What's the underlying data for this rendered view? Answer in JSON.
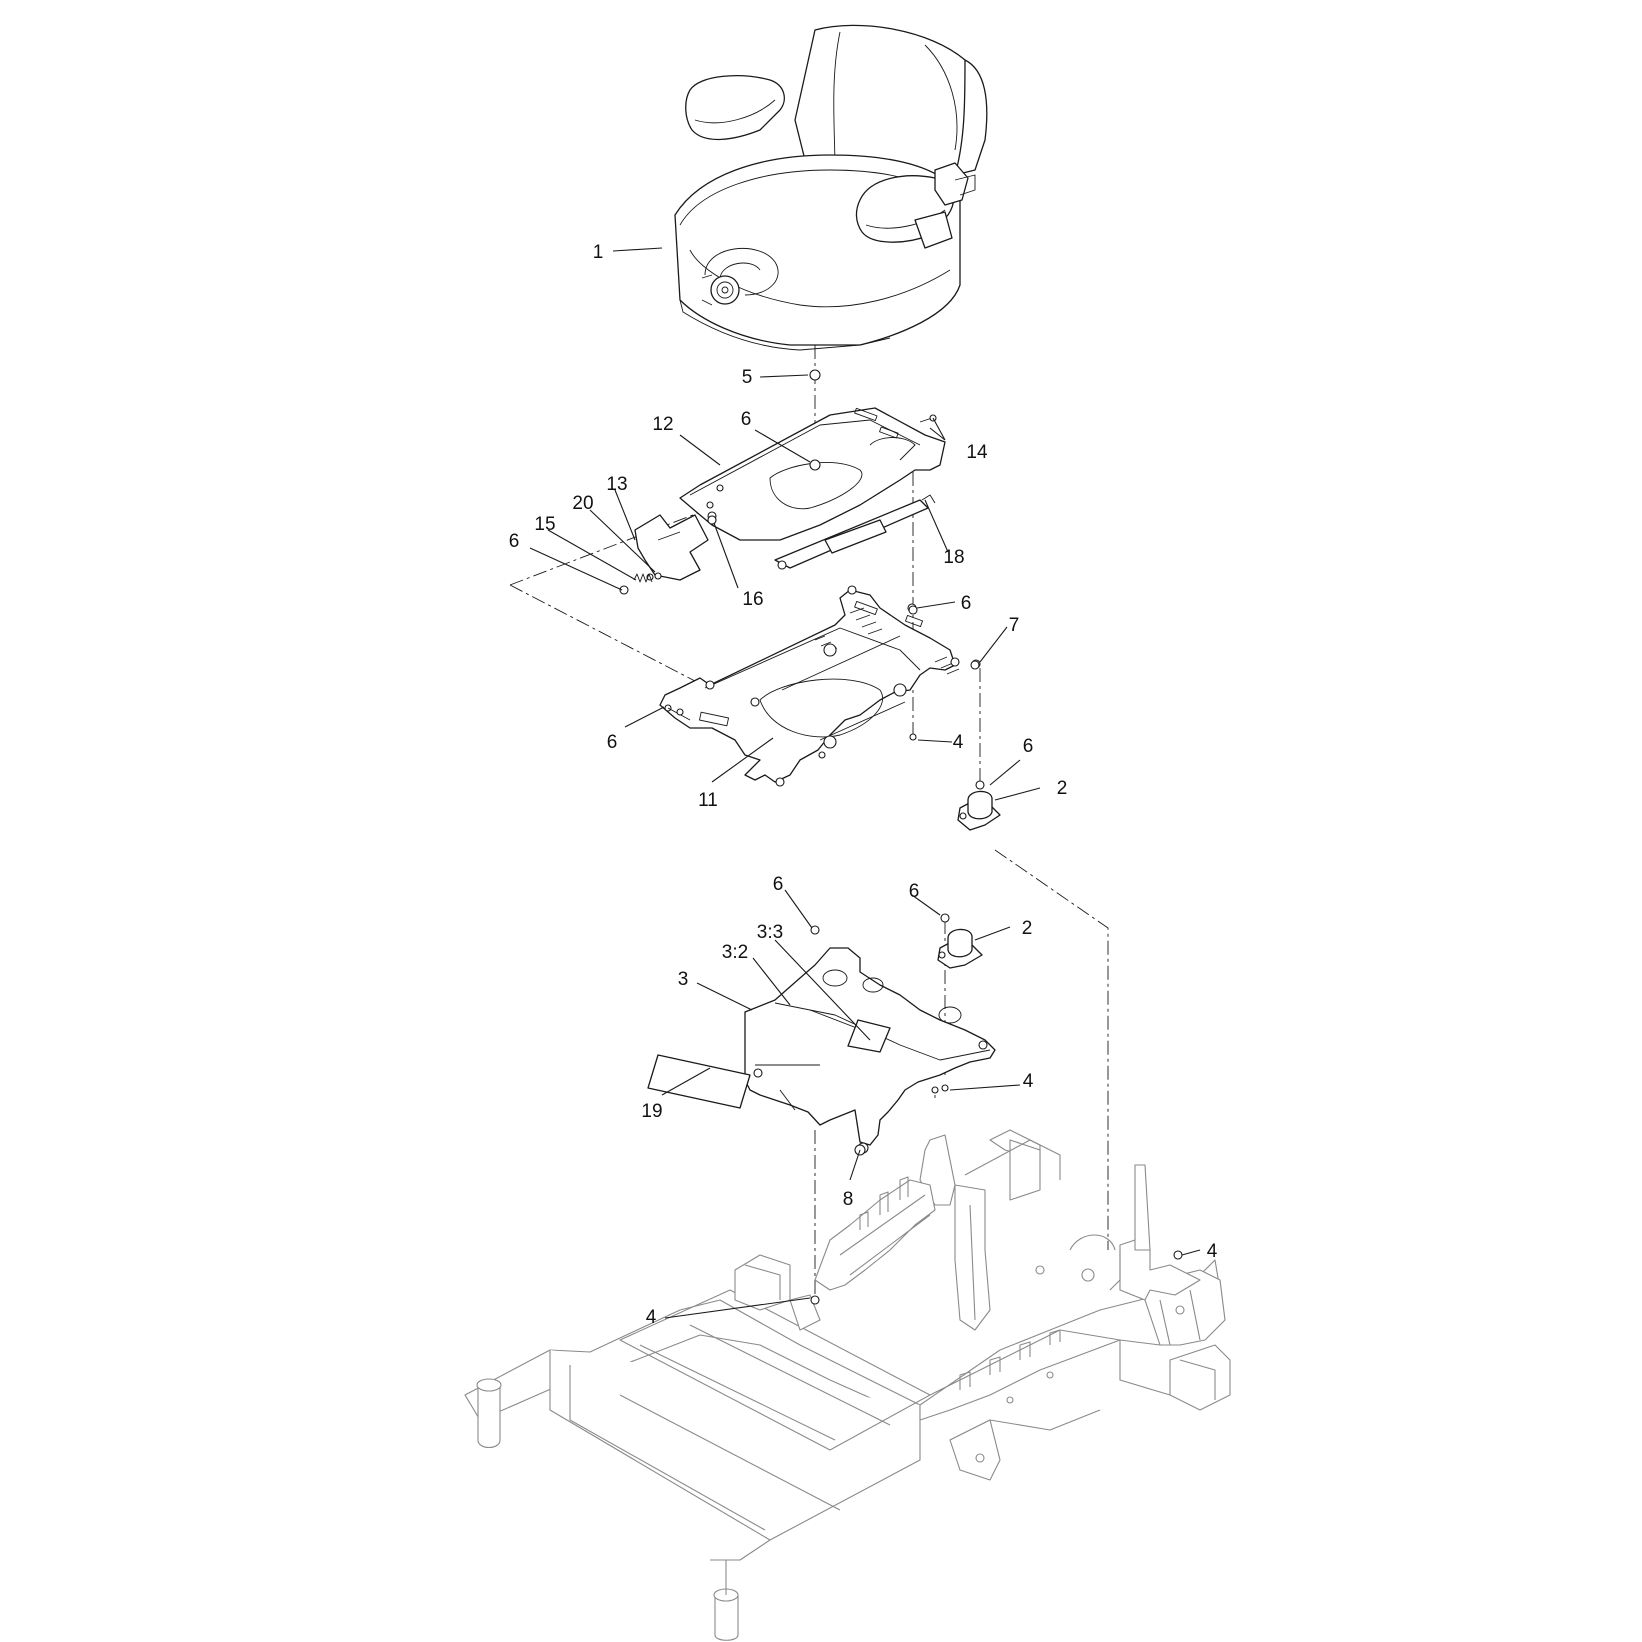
{
  "callouts": [
    {
      "id": "c1",
      "label": "1"
    },
    {
      "id": "c5",
      "label": "5"
    },
    {
      "id": "c12",
      "label": "12"
    },
    {
      "id": "c6a",
      "label": "6"
    },
    {
      "id": "c14",
      "label": "14"
    },
    {
      "id": "c13",
      "label": "13"
    },
    {
      "id": "c20",
      "label": "20"
    },
    {
      "id": "c15",
      "label": "15"
    },
    {
      "id": "c6b",
      "label": "6"
    },
    {
      "id": "c16",
      "label": "16"
    },
    {
      "id": "c18",
      "label": "18"
    },
    {
      "id": "c6c",
      "label": "6"
    },
    {
      "id": "c7",
      "label": "7"
    },
    {
      "id": "c6d",
      "label": "6"
    },
    {
      "id": "c4a",
      "label": "4"
    },
    {
      "id": "c11",
      "label": "11"
    },
    {
      "id": "c6e",
      "label": "6"
    },
    {
      "id": "c2a",
      "label": "2"
    },
    {
      "id": "c6f",
      "label": "6"
    },
    {
      "id": "c6g",
      "label": "6"
    },
    {
      "id": "c2b",
      "label": "2"
    },
    {
      "id": "c33",
      "label": "3:3"
    },
    {
      "id": "c32",
      "label": "3:2"
    },
    {
      "id": "c3",
      "label": "3"
    },
    {
      "id": "c4b",
      "label": "4"
    },
    {
      "id": "c19",
      "label": "19"
    },
    {
      "id": "c8",
      "label": "8"
    },
    {
      "id": "c4c",
      "label": "4"
    },
    {
      "id": "c4d",
      "label": "4"
    }
  ]
}
